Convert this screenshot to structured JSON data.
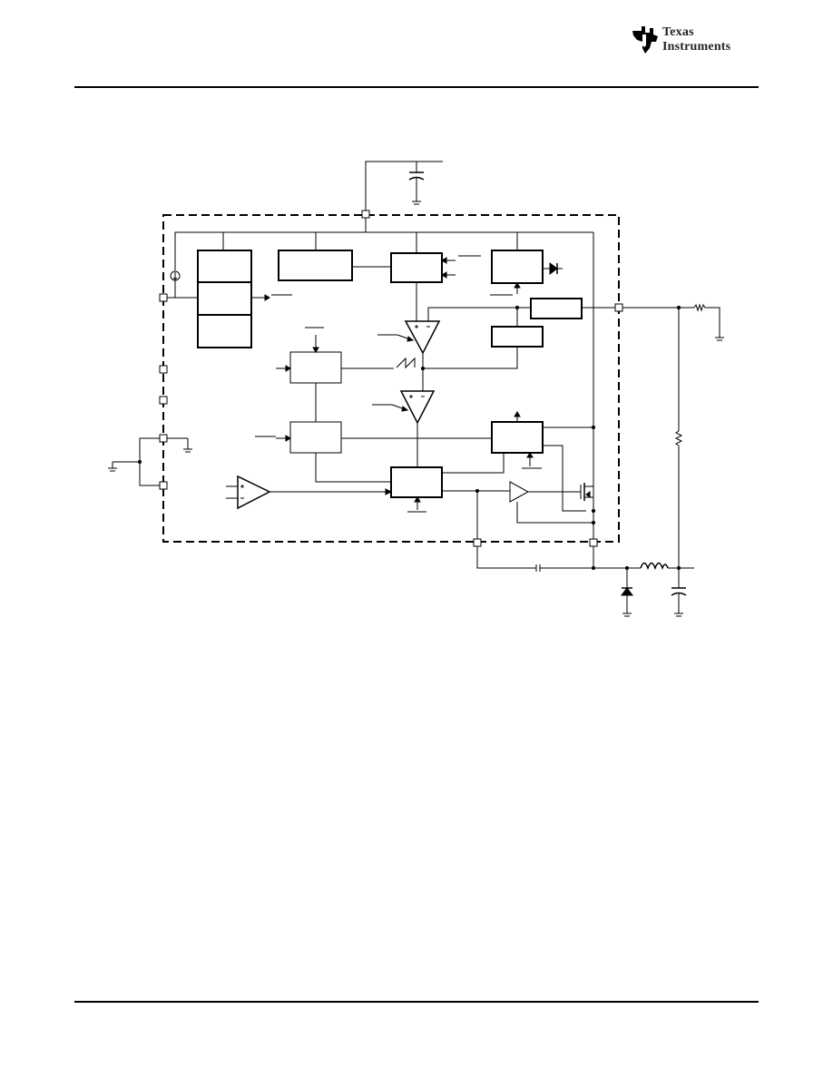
{
  "header": {
    "brand_line1": "Texas",
    "brand_line2": "Instruments",
    "brand_color": "#000000"
  },
  "icons": [
    "ti-logo-icon"
  ],
  "diagram": {
    "type": "functional-block-diagram",
    "stroke_color": "#000000"
  }
}
